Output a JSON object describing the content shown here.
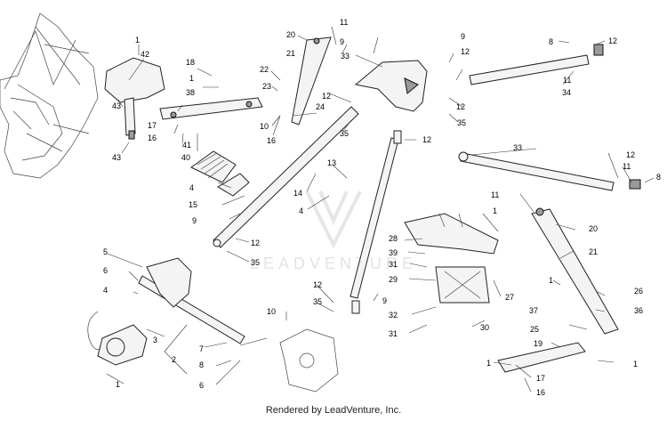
{
  "watermark": {
    "text": "LEADVENTURE"
  },
  "footer": {
    "text": "Rendered by LeadVenture, Inc."
  },
  "callouts": [
    {
      "id": "c1a",
      "text": "1"
    },
    {
      "id": "c42",
      "text": "42"
    },
    {
      "id": "c43a",
      "text": "43"
    },
    {
      "id": "c43b",
      "text": "43"
    },
    {
      "id": "c18",
      "text": "18"
    },
    {
      "id": "c1b",
      "text": "1"
    },
    {
      "id": "c38",
      "text": "38"
    },
    {
      "id": "c17a",
      "text": "17"
    },
    {
      "id": "c16a",
      "text": "16"
    },
    {
      "id": "c41",
      "text": "41"
    },
    {
      "id": "c40",
      "text": "40"
    },
    {
      "id": "c22",
      "text": "22"
    },
    {
      "id": "c23",
      "text": "23"
    },
    {
      "id": "c10a",
      "text": "10"
    },
    {
      "id": "c16b",
      "text": "16"
    },
    {
      "id": "c20a",
      "text": "20"
    },
    {
      "id": "c21a",
      "text": "21"
    },
    {
      "id": "c11a",
      "text": "11"
    },
    {
      "id": "c9a",
      "text": "9"
    },
    {
      "id": "c33a",
      "text": "33"
    },
    {
      "id": "c24",
      "text": "24"
    },
    {
      "id": "c12a",
      "text": "12"
    },
    {
      "id": "c35a",
      "text": "35"
    },
    {
      "id": "c9b",
      "text": "9"
    },
    {
      "id": "c12b",
      "text": "12"
    },
    {
      "id": "c12c",
      "text": "12"
    },
    {
      "id": "c35b",
      "text": "35"
    },
    {
      "id": "c8a",
      "text": "8"
    },
    {
      "id": "c12d",
      "text": "12"
    },
    {
      "id": "c11b",
      "text": "11"
    },
    {
      "id": "c34",
      "text": "34"
    },
    {
      "id": "c12e",
      "text": "12"
    },
    {
      "id": "c33b",
      "text": "33"
    },
    {
      "id": "c12f",
      "text": "12"
    },
    {
      "id": "c11c",
      "text": "11"
    },
    {
      "id": "c8b",
      "text": "8"
    },
    {
      "id": "c13",
      "text": "13"
    },
    {
      "id": "c14",
      "text": "14"
    },
    {
      "id": "c4a",
      "text": "4"
    },
    {
      "id": "c4b",
      "text": "4"
    },
    {
      "id": "c15",
      "text": "15"
    },
    {
      "id": "c9c",
      "text": "9"
    },
    {
      "id": "c12g",
      "text": "12"
    },
    {
      "id": "c35c",
      "text": "35"
    },
    {
      "id": "c11d",
      "text": "11"
    },
    {
      "id": "c20b",
      "text": "20"
    },
    {
      "id": "c21b",
      "text": "21"
    },
    {
      "id": "c1c",
      "text": "1"
    },
    {
      "id": "c28",
      "text": "28"
    },
    {
      "id": "c39",
      "text": "39"
    },
    {
      "id": "c31a",
      "text": "31"
    },
    {
      "id": "c29",
      "text": "29"
    },
    {
      "id": "c27",
      "text": "27"
    },
    {
      "id": "c32",
      "text": "32"
    },
    {
      "id": "c31b",
      "text": "31"
    },
    {
      "id": "c30",
      "text": "30"
    },
    {
      "id": "c1d",
      "text": "1"
    },
    {
      "id": "c37",
      "text": "37"
    },
    {
      "id": "c26",
      "text": "26"
    },
    {
      "id": "c36",
      "text": "36"
    },
    {
      "id": "c25",
      "text": "25"
    },
    {
      "id": "c19",
      "text": "19"
    },
    {
      "id": "c1e",
      "text": "1"
    },
    {
      "id": "c1f",
      "text": "1"
    },
    {
      "id": "c17b",
      "text": "17"
    },
    {
      "id": "c16c",
      "text": "16"
    },
    {
      "id": "c5",
      "text": "5"
    },
    {
      "id": "c6a",
      "text": "6"
    },
    {
      "id": "c4c",
      "text": "4"
    },
    {
      "id": "c3",
      "text": "3"
    },
    {
      "id": "c2",
      "text": "2"
    },
    {
      "id": "c1g",
      "text": "1"
    },
    {
      "id": "c7",
      "text": "7"
    },
    {
      "id": "c8c",
      "text": "8"
    },
    {
      "id": "c6b",
      "text": "6"
    },
    {
      "id": "c10b",
      "text": "10"
    },
    {
      "id": "c12h",
      "text": "12"
    },
    {
      "id": "c35d",
      "text": "35"
    },
    {
      "id": "c9d",
      "text": "9"
    }
  ]
}
